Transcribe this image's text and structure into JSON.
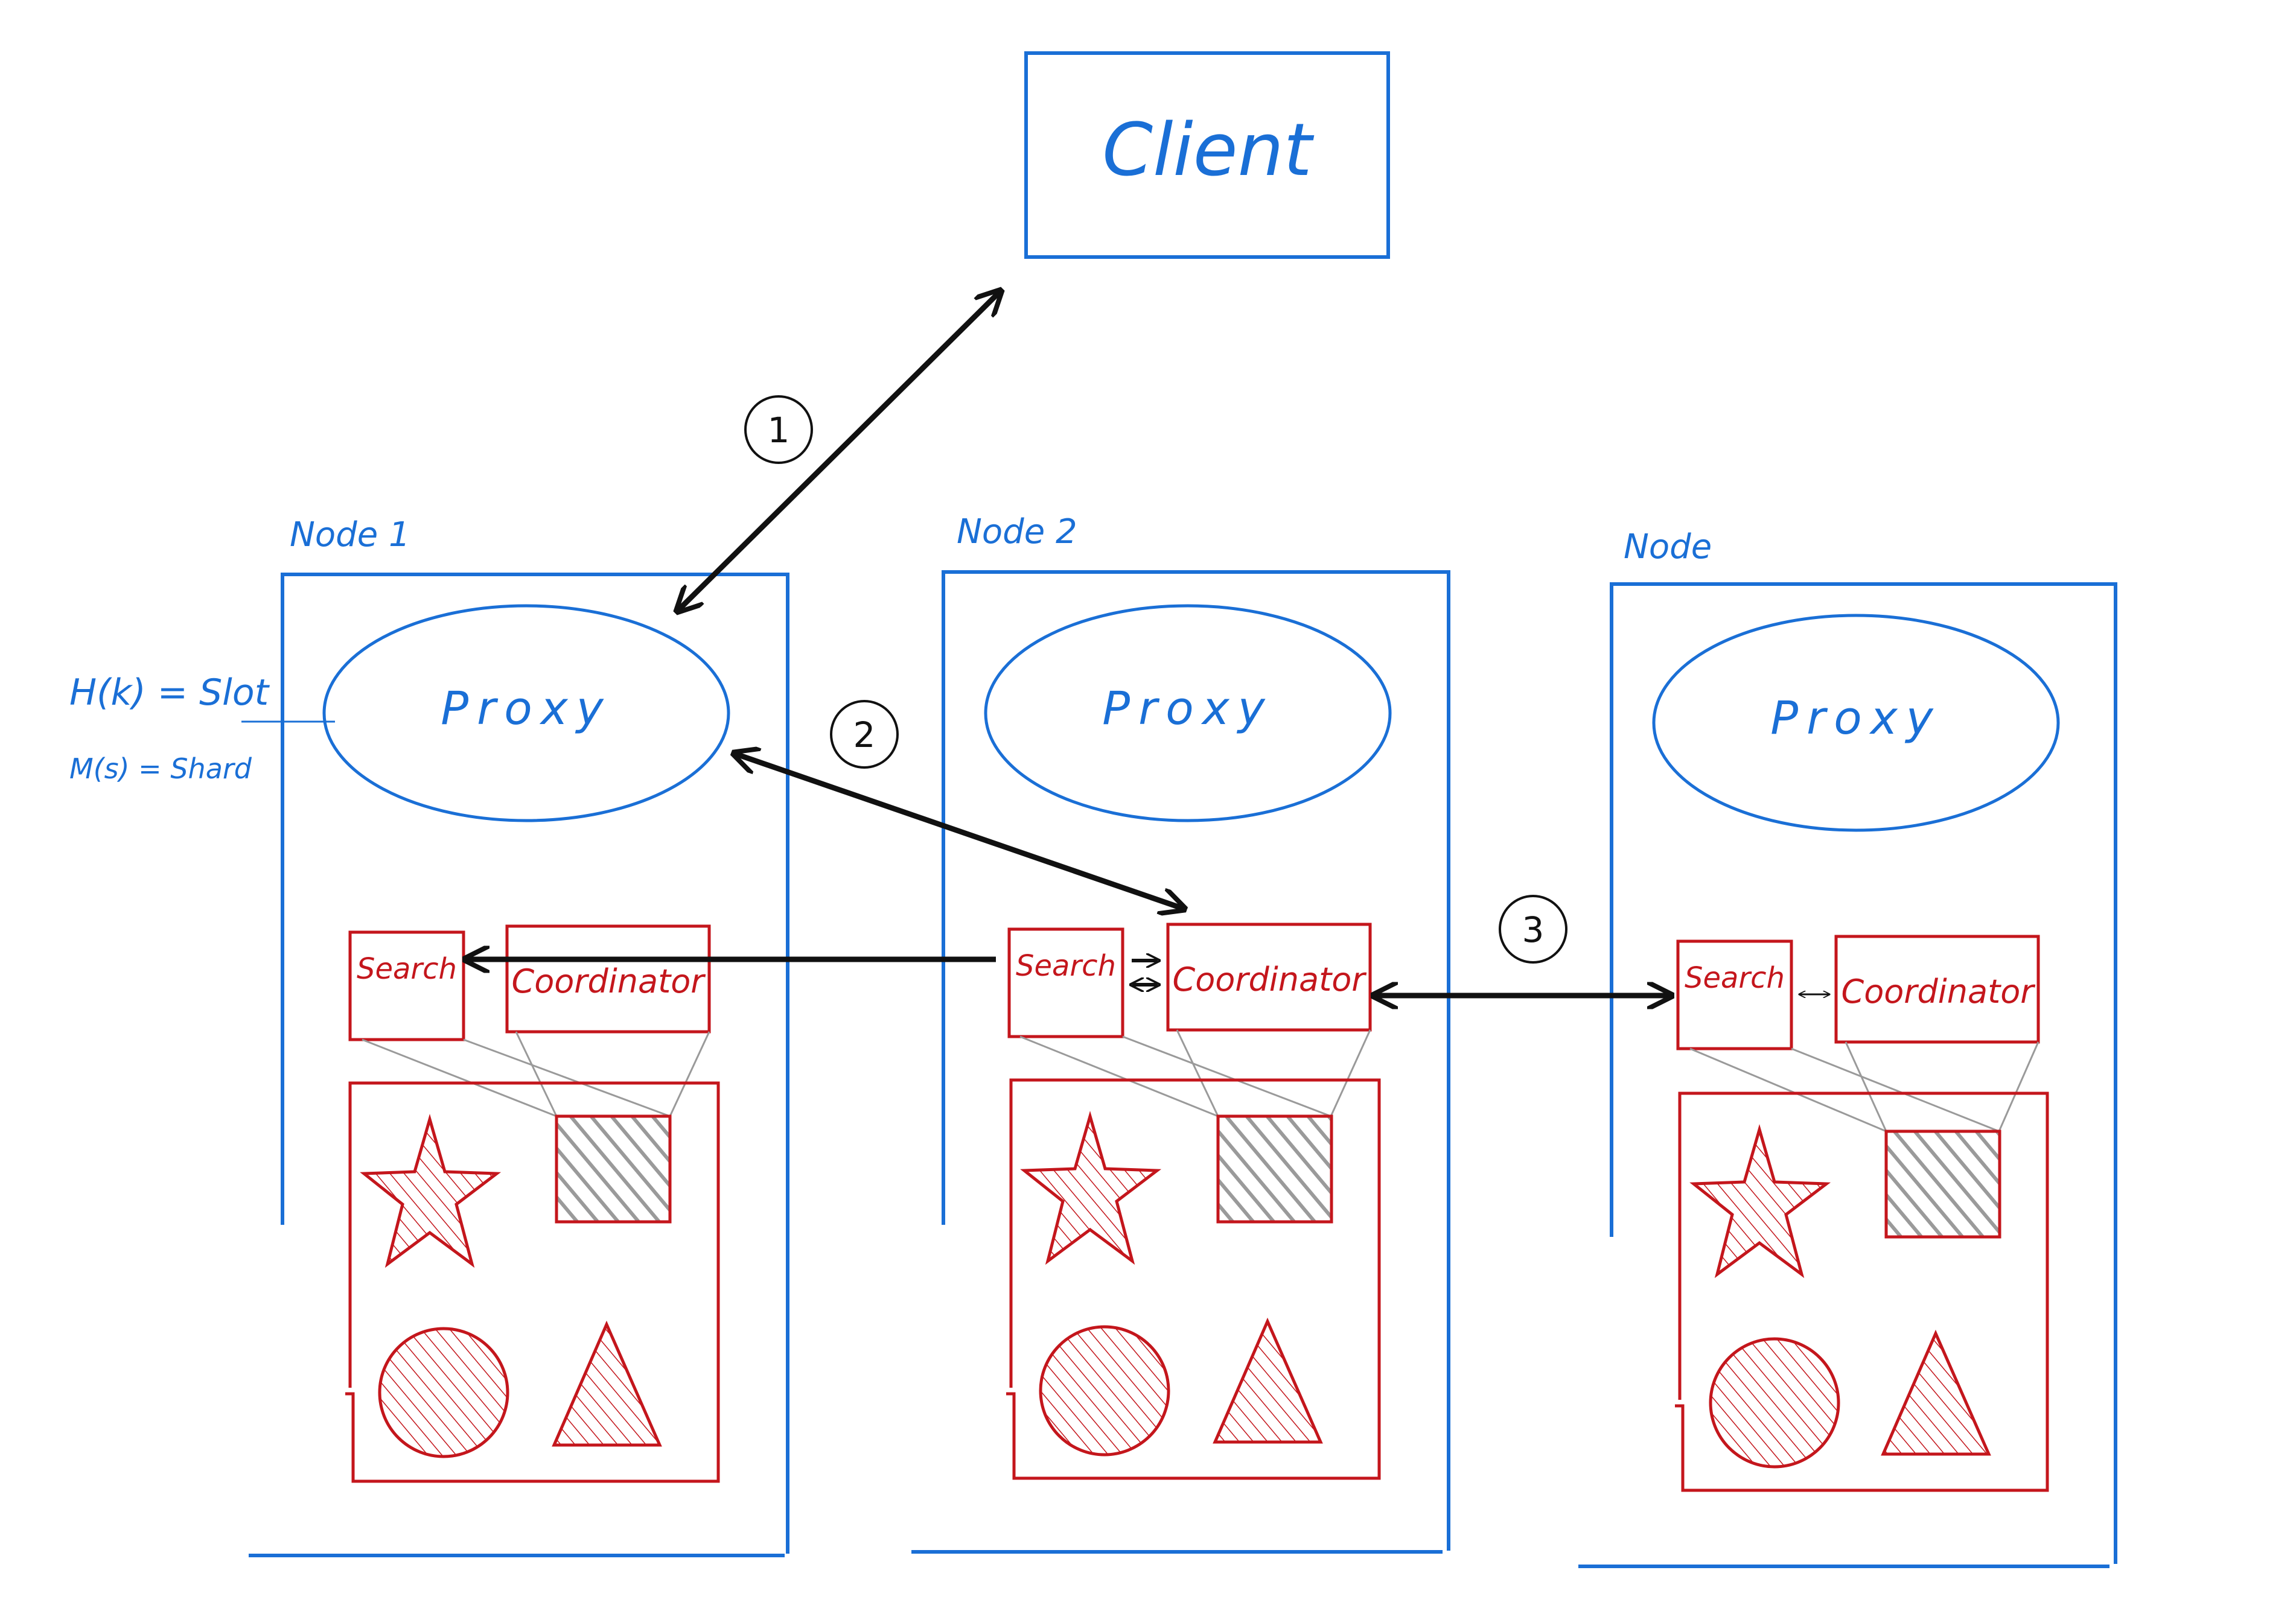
{
  "client": {
    "label": "Client"
  },
  "annotation": {
    "hash_line": "H(k) = Slot",
    "map_line": "M(s) = Shard"
  },
  "steps": [
    "1",
    "2",
    "3"
  ],
  "nodes": [
    {
      "title": "Node 1",
      "proxy": "Proxy",
      "search": "Search",
      "coordinator": "Coordinator"
    },
    {
      "title": "Node 2",
      "proxy": "Proxy",
      "search": "Search",
      "coordinator": "Coordinator"
    },
    {
      "title": "Node",
      "proxy": "Proxy",
      "search": "Search",
      "coordinator": "Coordinator"
    }
  ],
  "colors": {
    "blue": "#1a6fd6",
    "red": "#c4161c",
    "black": "#111111",
    "gray": "#9a9a9a"
  }
}
